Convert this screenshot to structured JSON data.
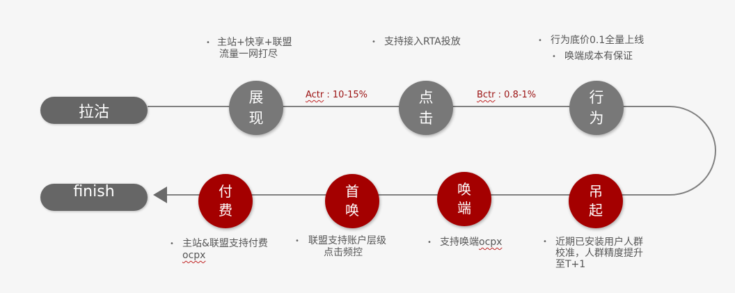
{
  "colors": {
    "background": "#f6f6f6",
    "pill": "#666666",
    "top_node": "#787878",
    "bottom_node": "#a40000",
    "line": "#808080",
    "metric_text": "#9a1010",
    "note_text": "#555555"
  },
  "start": {
    "label": "拉沽"
  },
  "end": {
    "label": "finish"
  },
  "top_row": [
    {
      "line1": "展",
      "line2": "现",
      "notes": [
        "主站+快享+联盟",
        "流量一网打尽"
      ]
    },
    {
      "line1": "点",
      "line2": "击",
      "notes": [
        "支持接入RTA投放"
      ]
    },
    {
      "line1": "行",
      "line2": "为",
      "notes": [
        "行为底价0.1全量上线",
        "唤端成本有保证"
      ]
    }
  ],
  "metrics": [
    {
      "name": "Actr",
      "value": " : 10-15%"
    },
    {
      "name": "Bctr",
      "value": " : 0.8-1%"
    }
  ],
  "bottom_row": [
    {
      "line1": "吊",
      "line2": "起",
      "notes": [
        "近期已安装用户人群",
        "校准，人群精度提升",
        "至T+1"
      ]
    },
    {
      "line1": "唤",
      "line2": "端",
      "notes": [
        "支持唤端",
        "ocpx"
      ]
    },
    {
      "line1": "首",
      "line2": "唤",
      "notes": [
        "联盟支持账户层级",
        "点击频控"
      ]
    },
    {
      "line1": "付",
      "line2": "费",
      "notes": [
        "主站&联盟支持付费",
        "ocpx"
      ]
    }
  ],
  "bullet": "•"
}
